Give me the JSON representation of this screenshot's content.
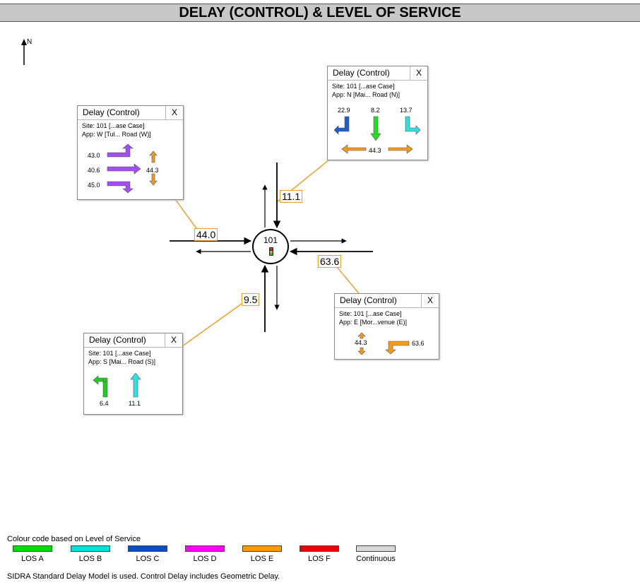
{
  "title": "DELAY (CONTROL) & LEVEL OF SERVICE",
  "north_label": "N",
  "node_label": "101",
  "approach_delays": {
    "north": "11.1",
    "west": "44.0",
    "east": "63.6",
    "south": "9.5"
  },
  "popups": {
    "west": {
      "title": "Delay (Control)",
      "close": "X",
      "site": "Site: 101 [...ase Case]",
      "approach": "App: W [Tul... Road (W)]",
      "left": "43.0",
      "through": "40.6",
      "right": "45.0",
      "ped": "44.3"
    },
    "north": {
      "title": "Delay (Control)",
      "close": "X",
      "site": "Site: 101 [...ase Case]",
      "approach": "App: N [Mai... Road (N)]",
      "right": "22.9",
      "through": "8.2",
      "left": "13.7",
      "ped": "44.3"
    },
    "east": {
      "title": "Delay (Control)",
      "close": "X",
      "site": "Site: 101 [...ase Case]",
      "approach": "App: E [Mor...venue (E)]",
      "ped": "44.3",
      "left": "63.6"
    },
    "south": {
      "title": "Delay (Control)",
      "close": "X",
      "site": "Site: 101 [...ase Case]",
      "approach": "App: S [Mai... Road (S)]",
      "left": "6.4",
      "through": "11.1"
    }
  },
  "legend": {
    "title": "Colour code based on Level of Service",
    "items": [
      {
        "label": "LOS A",
        "color": "#00dd00"
      },
      {
        "label": "LOS B",
        "color": "#00e0e0"
      },
      {
        "label": "LOS C",
        "color": "#0050c0"
      },
      {
        "label": "LOS D",
        "color": "#ff00ff"
      },
      {
        "label": "LOS E",
        "color": "#ff9900"
      },
      {
        "label": "LOS F",
        "color": "#ee0000"
      },
      {
        "label": "Continuous",
        "color": "#d8d8d8"
      }
    ]
  },
  "footnote": "SIDRA Standard Delay Model is used. Control Delay includes Geometric Delay."
}
